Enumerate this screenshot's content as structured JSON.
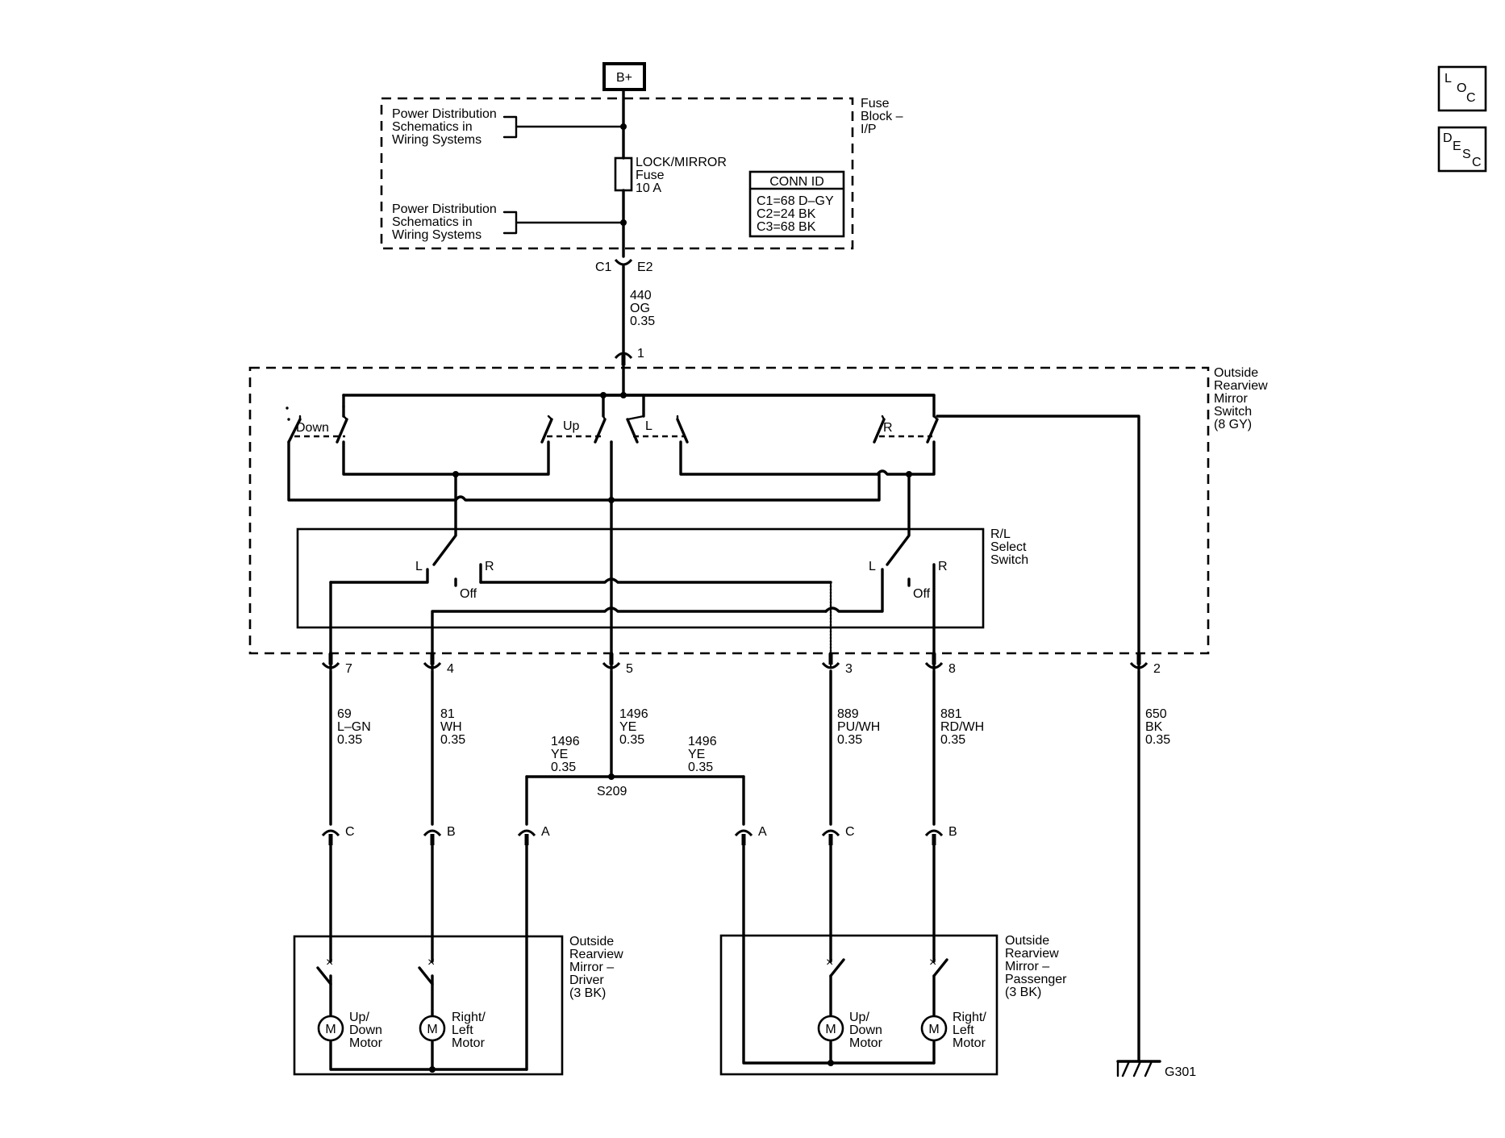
{
  "battery": "B+",
  "fuse_block": {
    "label": [
      "Fuse",
      "Block –",
      "I/P"
    ],
    "power_dist_1": [
      "Power Distribution",
      "Schematics in",
      "Wiring Systems"
    ],
    "power_dist_2": [
      "Power Distribution",
      "Schematics in",
      "Wiring Systems"
    ],
    "fuse": [
      "LOCK/MIRROR",
      "Fuse",
      "10 A"
    ],
    "conn_id_title": "CONN ID",
    "conn_ids": [
      "C1=68 D–GY",
      "C2=24 BK",
      "C3=68 BK"
    ],
    "conn_left": "C1",
    "conn_right": "E2"
  },
  "feed_wire": [
    "440",
    "OG",
    "0.35"
  ],
  "feed_pin": "1",
  "switch": {
    "label": [
      "Outside",
      "Rearview",
      "Mirror",
      "Switch",
      "(8 GY)"
    ],
    "contacts": {
      "down": "Down",
      "up": "Up",
      "left": "L",
      "right": "R"
    },
    "select_label": [
      "R/L",
      "Select",
      "Switch"
    ],
    "select_left": {
      "l": "L",
      "r": "R",
      "off": "Off"
    },
    "select_right": {
      "l": "L",
      "r": "R",
      "off": "Off"
    },
    "pins": [
      "7",
      "4",
      "5",
      "3",
      "8",
      "2"
    ]
  },
  "wires": {
    "w7": [
      "69",
      "L–GN",
      "0.35"
    ],
    "w4": [
      "81",
      "WH",
      "0.35"
    ],
    "w5": [
      "1496",
      "YE",
      "0.35"
    ],
    "w5l": [
      "1496",
      "YE",
      "0.35"
    ],
    "w5r": [
      "1496",
      "YE",
      "0.35"
    ],
    "w3": [
      "889",
      "PU/WH",
      "0.35"
    ],
    "w8": [
      "881",
      "RD/WH",
      "0.35"
    ],
    "w2": [
      "650",
      "BK",
      "0.35"
    ]
  },
  "splice": "S209",
  "mirror_pins": {
    "driver": [
      "C",
      "B",
      "A"
    ],
    "passenger": [
      "A",
      "C",
      "B"
    ]
  },
  "driver_mirror": {
    "label": [
      "Outside",
      "Rearview",
      "Mirror –",
      "Driver",
      "(3 BK)"
    ],
    "motor1": [
      "Up/",
      "Down",
      "Motor"
    ],
    "motor2": [
      "Right/",
      "Left",
      "Motor"
    ]
  },
  "passenger_mirror": {
    "label": [
      "Outside",
      "Rearview",
      "Mirror –",
      "Passenger",
      "(3 BK)"
    ],
    "motor1": [
      "Up/",
      "Down",
      "Motor"
    ],
    "motor2": [
      "Right/",
      "Left",
      "Motor"
    ]
  },
  "motor_symbol": "M",
  "ground": "G301",
  "nav_icons": {
    "loc": [
      "L",
      "O",
      "C"
    ],
    "desc": [
      "D",
      "E",
      "S",
      "C"
    ]
  }
}
